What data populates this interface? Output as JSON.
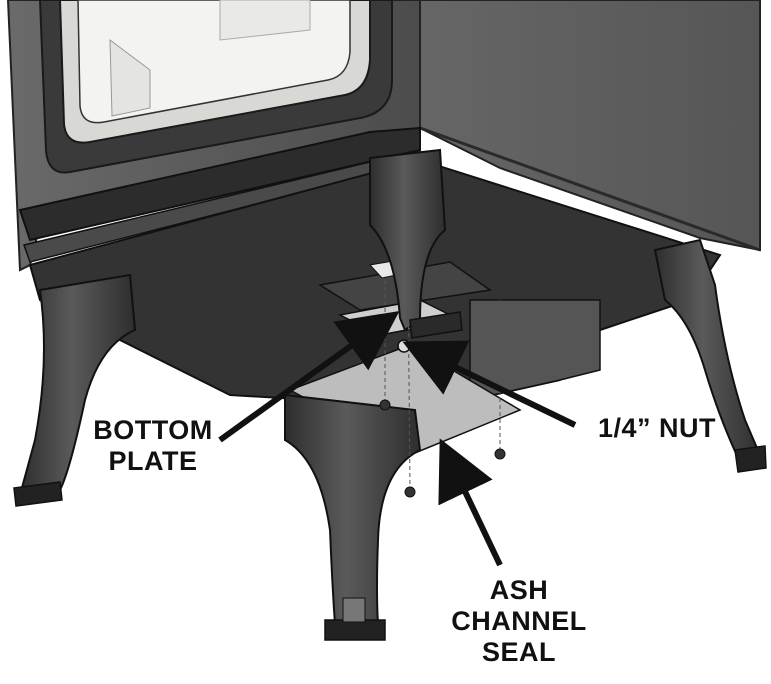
{
  "callouts": {
    "bottom_plate": [
      "BOTTOM",
      "PLATE"
    ],
    "nut": "1/4” NUT",
    "ash_channel_seal": [
      "ASH",
      "CHANNEL",
      "SEAL"
    ]
  },
  "colors": {
    "line": "#1a1a1a",
    "stove_body": "#5a5a5a",
    "stove_dark": "#3a3a3a",
    "legs": "#4a4a4a",
    "glass": "#f3f3f0",
    "plate": "#bdbdbd",
    "label": "#111111"
  }
}
